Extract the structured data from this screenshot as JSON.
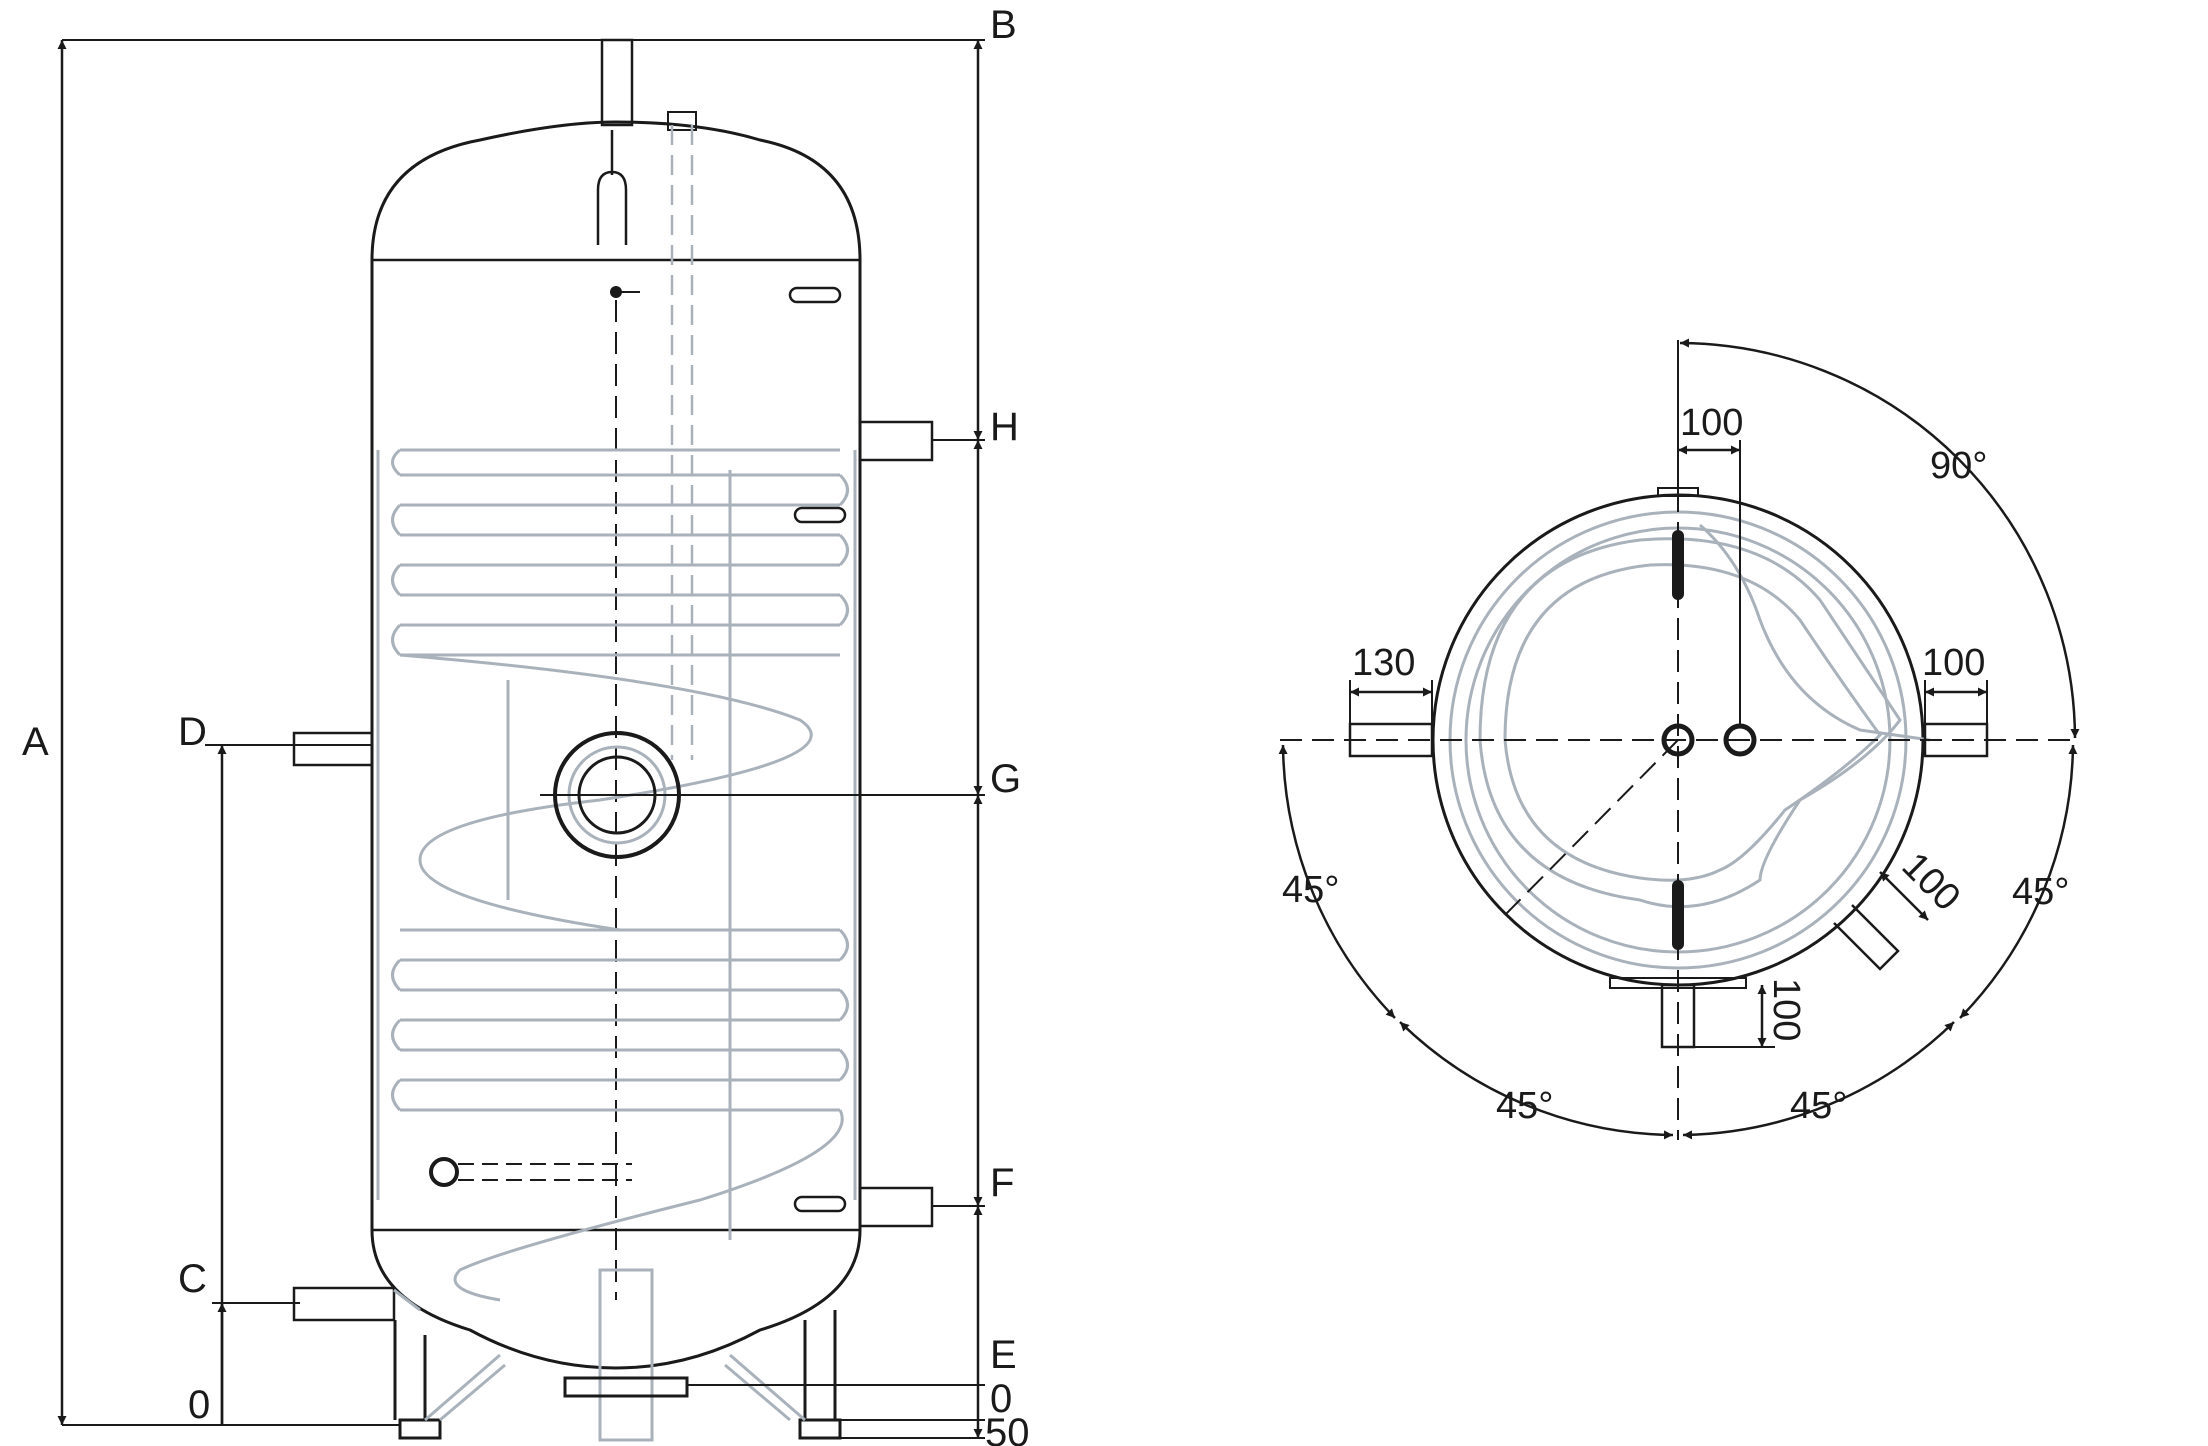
{
  "side_view": {
    "labels": {
      "A": "A",
      "B": "B",
      "C": "C",
      "D": "D",
      "E": "E",
      "F": "F",
      "G": "G",
      "H": "H",
      "zero_left": "0",
      "zero_right": "0",
      "fifty": "50"
    }
  },
  "top_view": {
    "dims": {
      "top_offset": "100",
      "left_length": "130",
      "right_length": "100",
      "diag_length": "100",
      "bottom_length": "100"
    },
    "angles": {
      "upper_right": "90°",
      "left_upper": "45°",
      "right_upper": "45°",
      "bottom_left": "45°",
      "bottom_right": "45°"
    }
  },
  "colors": {
    "ink": "#1a1a1a",
    "coil": "#a9b2bb"
  }
}
